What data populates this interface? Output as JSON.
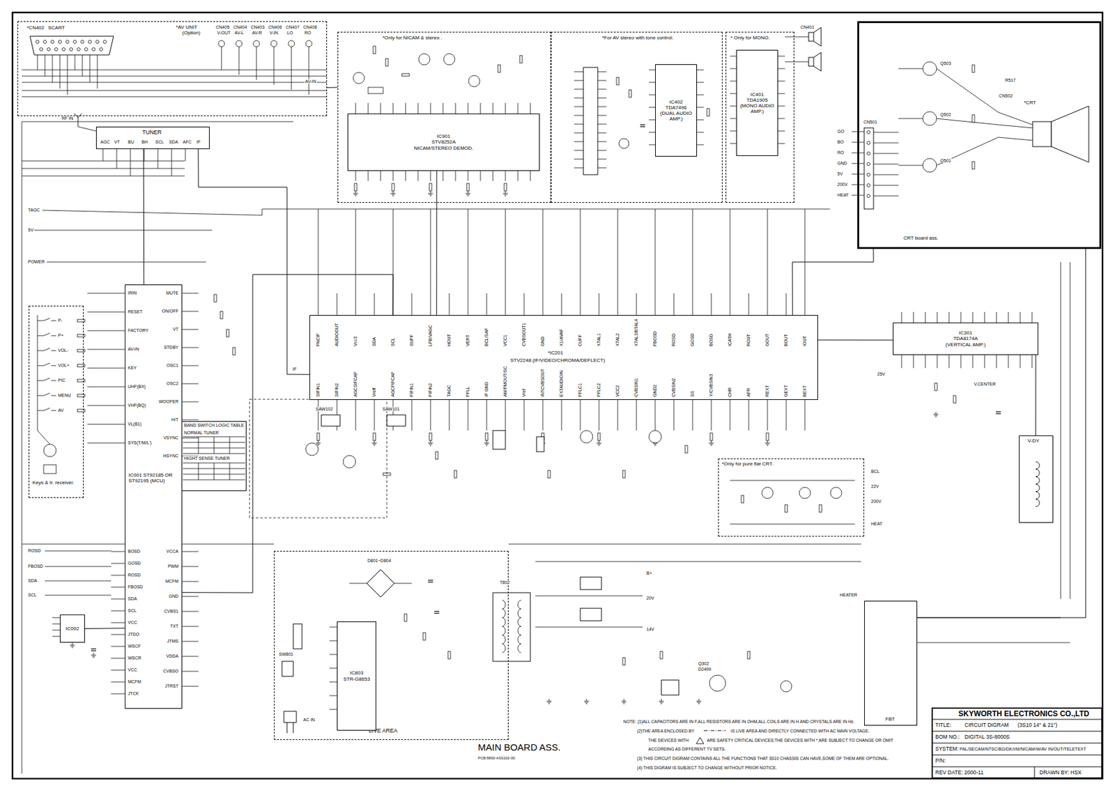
{
  "diagram": {
    "nodes": [
      {
        "text": [
          "*AV UNIT",
          "(Option)"
        ]
      },
      {
        "text": [
          "*CN402",
          "SCART"
        ],
        "in": 0
      },
      {
        "text": [
          "TUNER"
        ]
      },
      {
        "text": [
          "IC001 ST92185 OR ST92195 (MCU)"
        ]
      },
      {
        "text": [
          "IC002"
        ]
      },
      {
        "text": [
          "Keys & Ir. receiver."
        ]
      },
      {
        "text": [
          "BAND SWITCH LOGIC TABLE",
          "NORMAL TUNER",
          "HIGHT SENSE TUNER"
        ]
      },
      {
        "text": [
          "*Only for NICAM & stereo ."
        ]
      },
      {
        "text": [
          "IC901",
          "STV8252A",
          "NICAM/STEREO DEMOD."
        ],
        "in": 7
      },
      {
        "text": [
          "*For AV stereo with tone control."
        ]
      },
      {
        "text": [
          "IC402",
          "TDA7496",
          "(DUAL AUDIO AMP.)"
        ],
        "in": 9
      },
      {
        "text": [
          "* Only for MONO."
        ]
      },
      {
        "text": [
          "IC401",
          "TDA1905",
          "(MONO AUDIO AMP.)"
        ],
        "in": 11
      },
      {
        "text": [
          "*IC201",
          "STV2248 (IF/VIDEO/CHROMA/DEFLECT)"
        ]
      },
      {
        "text": [
          "CRT board ass."
        ]
      },
      {
        "text": [
          "*CRT"
        ],
        "in": 14
      },
      {
        "text": [
          "IC301",
          "TDA8174A",
          "(VERTICAL AMP.)"
        ]
      },
      {
        "text": [
          "V-DY"
        ]
      },
      {
        "text": [
          "*Only for pure flat CRT."
        ]
      },
      {
        "text": [
          "LIVE AREA"
        ]
      },
      {
        "text": [
          "IC803",
          "STR-G8653"
        ],
        "in": 19
      },
      {
        "text": [
          "FBT"
        ]
      },
      {
        "text": [
          "NOTE: (1)ALL CAPACITORS ARE IN F,ALL RESISTORS ARE IN OHM,ALL COILS ARE IN H AND CRYSTALS ARE IN Hz.",
          "(2)THE AREA ENCLOSED BY",
          "IS LIVE AREA AND DIRECTLY CONNECTED WITH AC MAIN VOLTAGE.",
          "THE DEVICES WITH",
          "ARE SAFETY CRITICAL DEVICES;THE DEVICES WITH * ARE SUBJECT TO CHANGE OR OMIT",
          "ACCORDING AS DIFFERENT TV SETS.",
          "(3) THIS CIRCUIT DIGRAM CONTAINS ALL THE FUNCTIONS THAT 3S10 CHASSIS CAN HAVE.SOME OF THEM ARE OPTIONAL.",
          "(4) THIS DIGRAM IS SUBJECT TO CHANGE WITHOUT PRIOR NOTICE."
        ]
      },
      {
        "text": [
          "SKYWORTH ELECTRONICS CO.,LTD",
          "TITLE:",
          "CIRCUIT DIGRAM",
          "(3S10 14\" & 21\")",
          "BOM NO.:",
          "DIGITAL 3S-8000S",
          "SYSTEM:",
          "PAL/SECAM/NTSC/BG/DK/I/M/NICAM/W/AV IN/OUT/TELETEXT",
          "P/N:",
          "REV DATE: 2000-11",
          "DRAWN BY: HSX"
        ]
      }
    ],
    "edges": [
      {
        "from": 2,
        "to": 13,
        "arrow": "none"
      },
      {
        "from": 3,
        "to": 13,
        "arrow": "none"
      },
      {
        "from": 3,
        "to": 4,
        "arrow": "none"
      },
      {
        "from": 3,
        "to": 2,
        "arrow": "none"
      },
      {
        "from": 13,
        "to": 16,
        "arrow": "none"
      },
      {
        "from": 13,
        "to": 14,
        "arrow": "none"
      },
      {
        "from": 16,
        "to": 17,
        "arrow": "none"
      },
      {
        "from": 21,
        "to": 14,
        "arrow": "none"
      },
      {
        "from": 0,
        "to": 7,
        "arrow": "none"
      },
      {
        "from": 8,
        "to": 13,
        "arrow": "none"
      }
    ],
    "labels": [
      "CN405",
      "V-OUT",
      "CN404",
      "AV-L",
      "CN403",
      "AV-R",
      "CN406",
      "V-IN",
      "CN407",
      "LO",
      "CN408",
      "RO",
      "AV-IN",
      "RF IN",
      "TAGC",
      "5V",
      "POWER",
      "ROSD",
      "FBOSD",
      "SDA",
      "SCL",
      "AGC",
      "VT",
      "BU",
      "BH",
      "SCL",
      "SDA",
      "AFC",
      "IF",
      "P-",
      "P+",
      "VOL-",
      "VOL+",
      "PIC",
      "MENU",
      "AV",
      "IRIN",
      "RESET",
      "FACTORY",
      "AV-IN",
      "KEY",
      "UHF(BX)",
      "VHF(BQ)",
      "VL(B1)",
      "SYS(T/M/L')",
      "BOSD",
      "GOSD",
      "ROSD",
      "FBOSD",
      "SDA",
      "SCL",
      "VCC",
      "JTDO",
      "WSCF",
      "WSCR",
      "VCC",
      "MCFM",
      "JTCK",
      "MUTE",
      "ON/OFF",
      "VT",
      "STDBY",
      "OSC1",
      "OSC2",
      "WOOFER",
      "H/T",
      "VSYNC",
      "HSYNC",
      "VCCA",
      "PWM",
      "MCFM",
      "GND",
      "CVBS1",
      "TXT",
      "JTMS",
      "VDDA",
      "CVBSO",
      "JTRST",
      "FNCIP",
      "AUDIOOUT",
      "Vcc3",
      "SDA",
      "SCL",
      "SUPF",
      "LFB/VAGC",
      "HOUT",
      "VERT",
      "BCL/SAF",
      "VCC1",
      "CVBSOUT1",
      "GND",
      "X1/AVAF",
      "CUFF",
      "XTAL1",
      "XTAL2",
      "XTAL3/BTAL4",
      "FBOSD",
      "ROSD",
      "GOSD",
      "BOSD",
      "ICATH",
      "ROUT",
      "GOUT",
      "BOUT",
      "IOUT",
      "SIFIN1",
      "SIFIN2",
      "AGCSIFCAP",
      "Vreff",
      "AGCPIFCAP",
      "PIFIN1",
      "PIFIN2",
      "TAGC",
      "PFLL",
      "IF GND",
      "AM/FMOUT/SC",
      "Vref",
      "INTCVBSOUT",
      "EXTAUDIOIN",
      "PFLC1",
      "PFLC2",
      "VCC2",
      "CVBSIN1",
      "GND2",
      "CVBSIN2",
      "SS",
      "Y/CVBSIN3",
      "CHR",
      "APR",
      "REXT",
      "GEXT",
      "BEXT",
      "CN501",
      "CN502",
      "Q503",
      "Q502",
      "Q501",
      "R517",
      "GO",
      "BO",
      "RO",
      "GND",
      "5V",
      "200V",
      "HEAT",
      "25V",
      "V.CENTER",
      "BCL",
      "22V",
      "200V",
      "HEAT",
      "AC IN",
      "SW801",
      "D801~D804",
      "T802",
      "B+",
      "20V",
      "14V",
      "HEATER",
      "Q302",
      "D2499",
      "MAIN BOARD ASS.",
      "PCB:5800-A3S102-00",
      "SAW102",
      "SAW101",
      "IF",
      "CN401"
    ]
  }
}
